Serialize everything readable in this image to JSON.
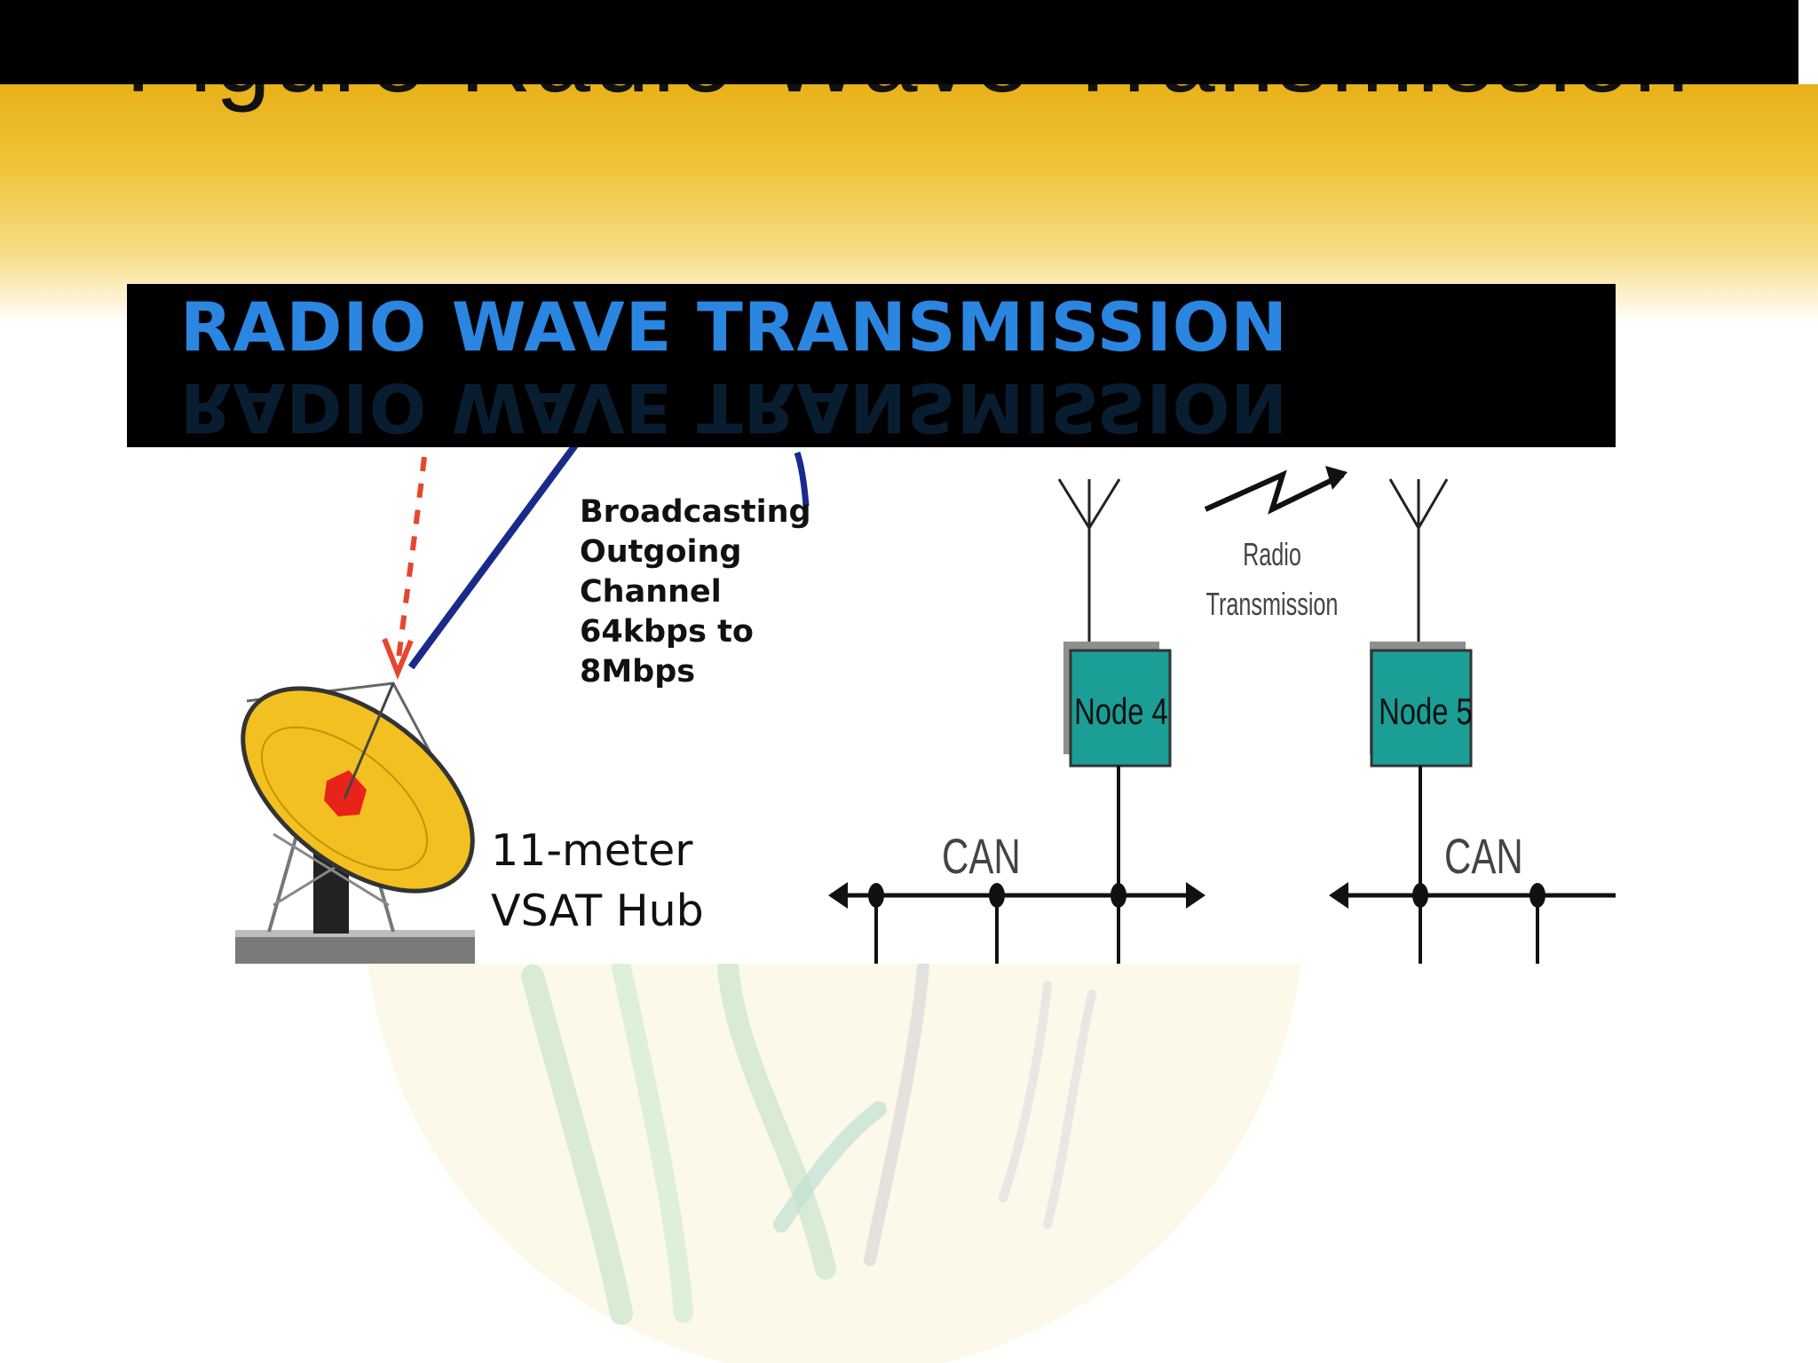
{
  "slide": {
    "title": "Figure Radio Wave Transmission"
  },
  "figure": {
    "banner": "RADIO WAVE TRANSMISSION",
    "broadcast_label": "Broadcasting\nOutgoing\nChannel\n64kbps to\n8Mbps",
    "hub_label": "11-meter\nVSAT Hub",
    "node_left": "Node 4",
    "node_right": "Node 5",
    "radio_label": "Radio\nTransmission",
    "bus_left": "CAN",
    "bus_right": "CAN"
  },
  "colors": {
    "gold_band": "#e8b11a",
    "banner_text": "#2a86e0",
    "node_box": "#1a9e95",
    "dish": "#f2c020",
    "beam_outgoing": "#1a2a8a",
    "beam_incoming": "#e8452f"
  },
  "icons": [
    "satellite-dish-icon",
    "antenna-icon",
    "radio-zigzag-arrow-icon"
  ]
}
